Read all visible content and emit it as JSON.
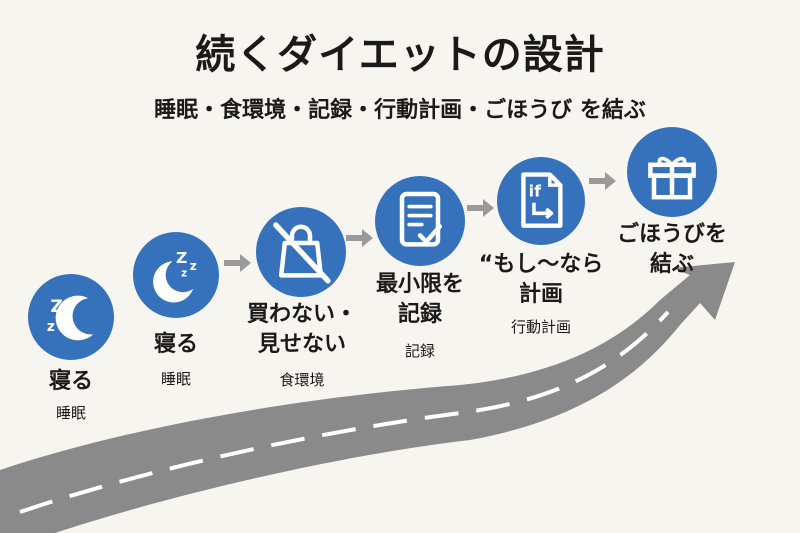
{
  "title": "続くダイエットの設計",
  "subtitle": "睡眠・食環境・記録・行動計画・ごほうび を結ぶ",
  "steps": [
    {
      "label": "寝る",
      "sub": "睡眠",
      "icon": "sleep-moon-icon"
    },
    {
      "label": "寝る",
      "sub": "睡眠",
      "icon": "sleep-moon-icon"
    },
    {
      "label_lines": [
        "買わない・",
        "見せない"
      ],
      "sub": "食環境",
      "icon": "no-shopping-bag-icon"
    },
    {
      "label_lines": [
        "最小限を",
        "記録"
      ],
      "sub": "記録",
      "icon": "checklist-document-icon"
    },
    {
      "label_lines": [
        "“もし〜なら",
        "計画"
      ],
      "sub": "行動計画",
      "icon": "if-then-document-icon",
      "icon_text": "if"
    },
    {
      "label_lines": [
        "ごほうびを",
        "結ぶ"
      ],
      "icon": "gift-icon"
    }
  ],
  "colors": {
    "accent": "#3572bb",
    "road": "#8a8a8a",
    "arrow": "#9a9a9a",
    "background": "#f7f5ef"
  }
}
